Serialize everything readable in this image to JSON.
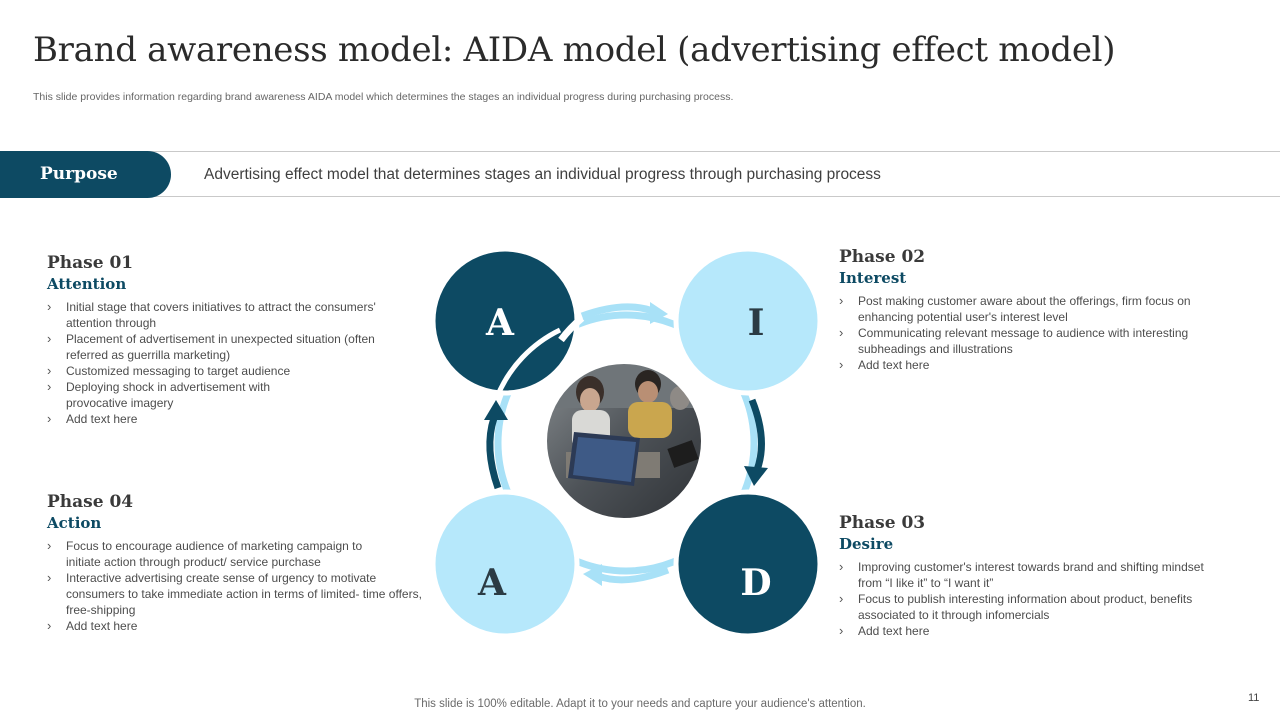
{
  "title": "Brand awareness model: AIDA model (advertising effect model)",
  "subtitle": "This slide provides information regarding brand awareness AIDA model which determines the stages an individual progress during purchasing process.",
  "purpose": {
    "label": "Purpose",
    "text": "Advertising effect model that determines stages an individual progress through purchasing process"
  },
  "circles": {
    "attention_letter": "A",
    "interest_letter": "I",
    "desire_letter": "D",
    "action_letter": "A"
  },
  "colors": {
    "dark": "#0d4a63",
    "light": "#b6e8fb",
    "ring": "#a8e1f7"
  },
  "phases": {
    "p1": {
      "phase": "Phase 01",
      "name": "Attention",
      "items": [
        "Initial stage that covers initiatives to attract the consumers' attention through",
        "Placement of advertisement  in unexpected situation (often referred  as guerrilla marketing)",
        "Customized messaging to target audience",
        "Deploying shock in advertisement  with provocative  imagery",
        "Add text here"
      ]
    },
    "p2": {
      "phase": "Phase 02",
      "name": "Interest",
      "items": [
        "Post making customer aware  about the offerings,  firm focus on enhancing  potential user's interest level",
        "Communicating relevant  message to audience with interesting subheadings  and illustrations",
        "Add text here"
      ]
    },
    "p3": {
      "phase": "Phase 03",
      "name": "Desire",
      "items": [
        "Improving  customer's interest towards brand and shifting mindset from “I like it” to “I want it”",
        "Focus to publish interesting information  about product, benefits associated to it through infomercials",
        "Add text here"
      ]
    },
    "p4": {
      "phase": "Phase 04",
      "name": "Action",
      "items": [
        "Focus to encourage  audience of marketing campaign to initiate action through product/ service purchase",
        "Interactive  advertising  create sense of urgency to motivate consumers to take immediate action in terms of limited- time offers, free-shipping",
        "Add text here"
      ]
    }
  },
  "footer": "This slide is 100% editable. Adapt it to your needs and capture your audience's attention.",
  "page_number": "11"
}
